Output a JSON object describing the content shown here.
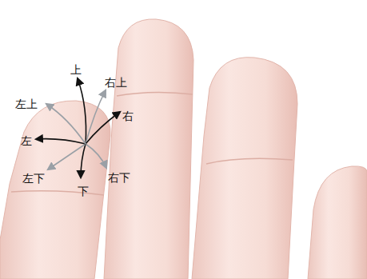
{
  "diagram": {
    "labels": [
      "上",
      "右上",
      "右",
      "右下",
      "下",
      "左下",
      "左",
      "左上"
    ]
  }
}
